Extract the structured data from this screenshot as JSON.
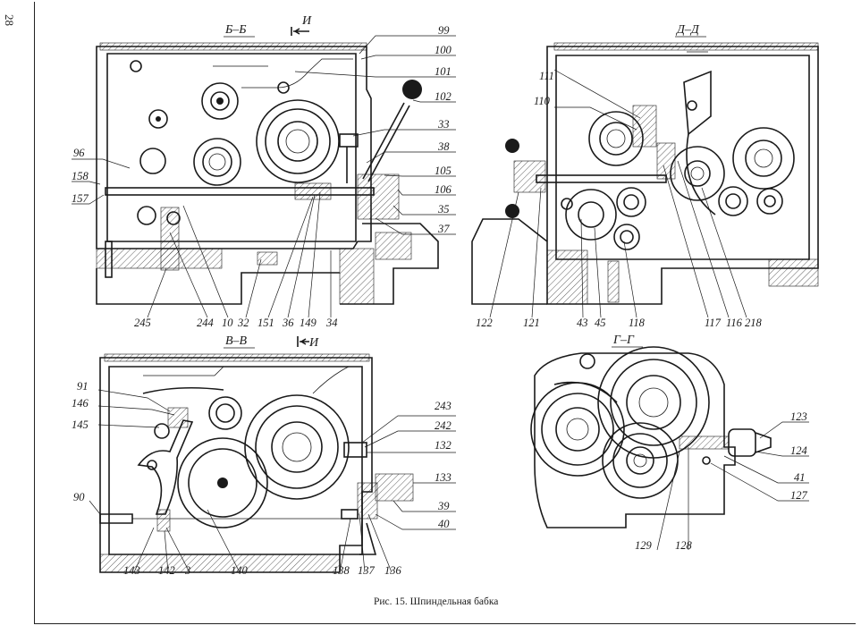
{
  "page_number": "28",
  "caption": "Рис. 15. Шпиндельная бабка",
  "sections": {
    "bb": {
      "title": "Б–Б",
      "marker": "И",
      "labels": [
        "99",
        "100",
        "101",
        "102",
        "33",
        "38",
        "105",
        "106",
        "35",
        "37",
        "96",
        "158",
        "157",
        "245",
        "244",
        "10",
        "32",
        "151",
        "36",
        "149",
        "34"
      ]
    },
    "dd": {
      "title": "Д–Д",
      "labels": [
        "111",
        "110",
        "122",
        "121",
        "43",
        "45",
        "118",
        "117",
        "116",
        "218"
      ]
    },
    "vv": {
      "title": "В–В",
      "marker": "И",
      "labels": [
        "91",
        "146",
        "145",
        "90",
        "143",
        "142",
        "3",
        "140",
        "243",
        "242",
        "132",
        "133",
        "39",
        "40",
        "138",
        "137",
        "136"
      ]
    },
    "gg": {
      "title": "Г–Г",
      "labels": [
        "123",
        "124",
        "41",
        "127",
        "129",
        "128"
      ]
    }
  }
}
